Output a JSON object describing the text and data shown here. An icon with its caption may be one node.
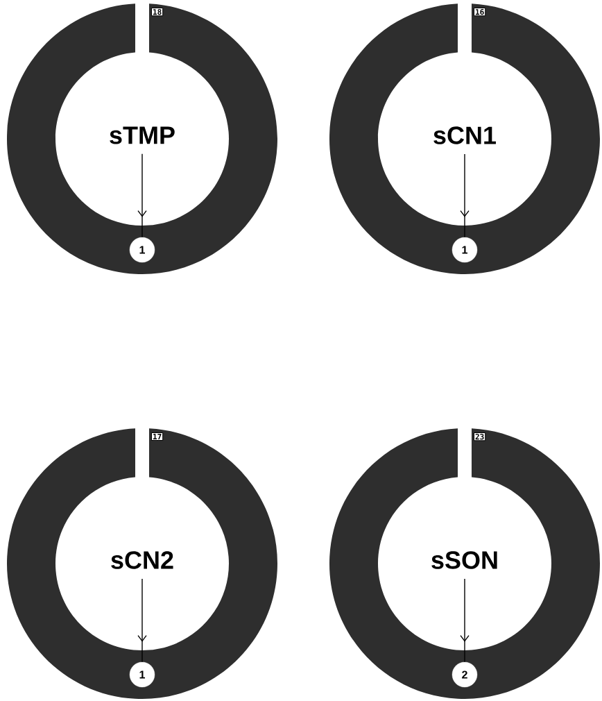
{
  "diagram": {
    "nodes": [
      {
        "text": [
          "18"
        ]
      },
      {
        "text": [
          "sTMP"
        ],
        "in": 0
      },
      {
        "text": [
          "1"
        ],
        "in": 0
      },
      {
        "text": [
          "16"
        ]
      },
      {
        "text": [
          "sCN1"
        ],
        "in": 3
      },
      {
        "text": [
          "1"
        ],
        "in": 3
      },
      {
        "text": [
          "17"
        ]
      },
      {
        "text": [
          "sCN2"
        ],
        "in": 6
      },
      {
        "text": [
          "1"
        ],
        "in": 6
      },
      {
        "text": [
          "23"
        ]
      },
      {
        "text": [
          "sSON"
        ],
        "in": 9
      },
      {
        "text": [
          "2"
        ],
        "in": 9
      }
    ],
    "edges": [
      {
        "from": 1,
        "to": 2,
        "arrow": "to"
      },
      {
        "from": 4,
        "to": 5,
        "arrow": "to"
      },
      {
        "from": 7,
        "to": 8,
        "arrow": "to"
      },
      {
        "from": 10,
        "to": 11,
        "arrow": "to"
      }
    ]
  }
}
